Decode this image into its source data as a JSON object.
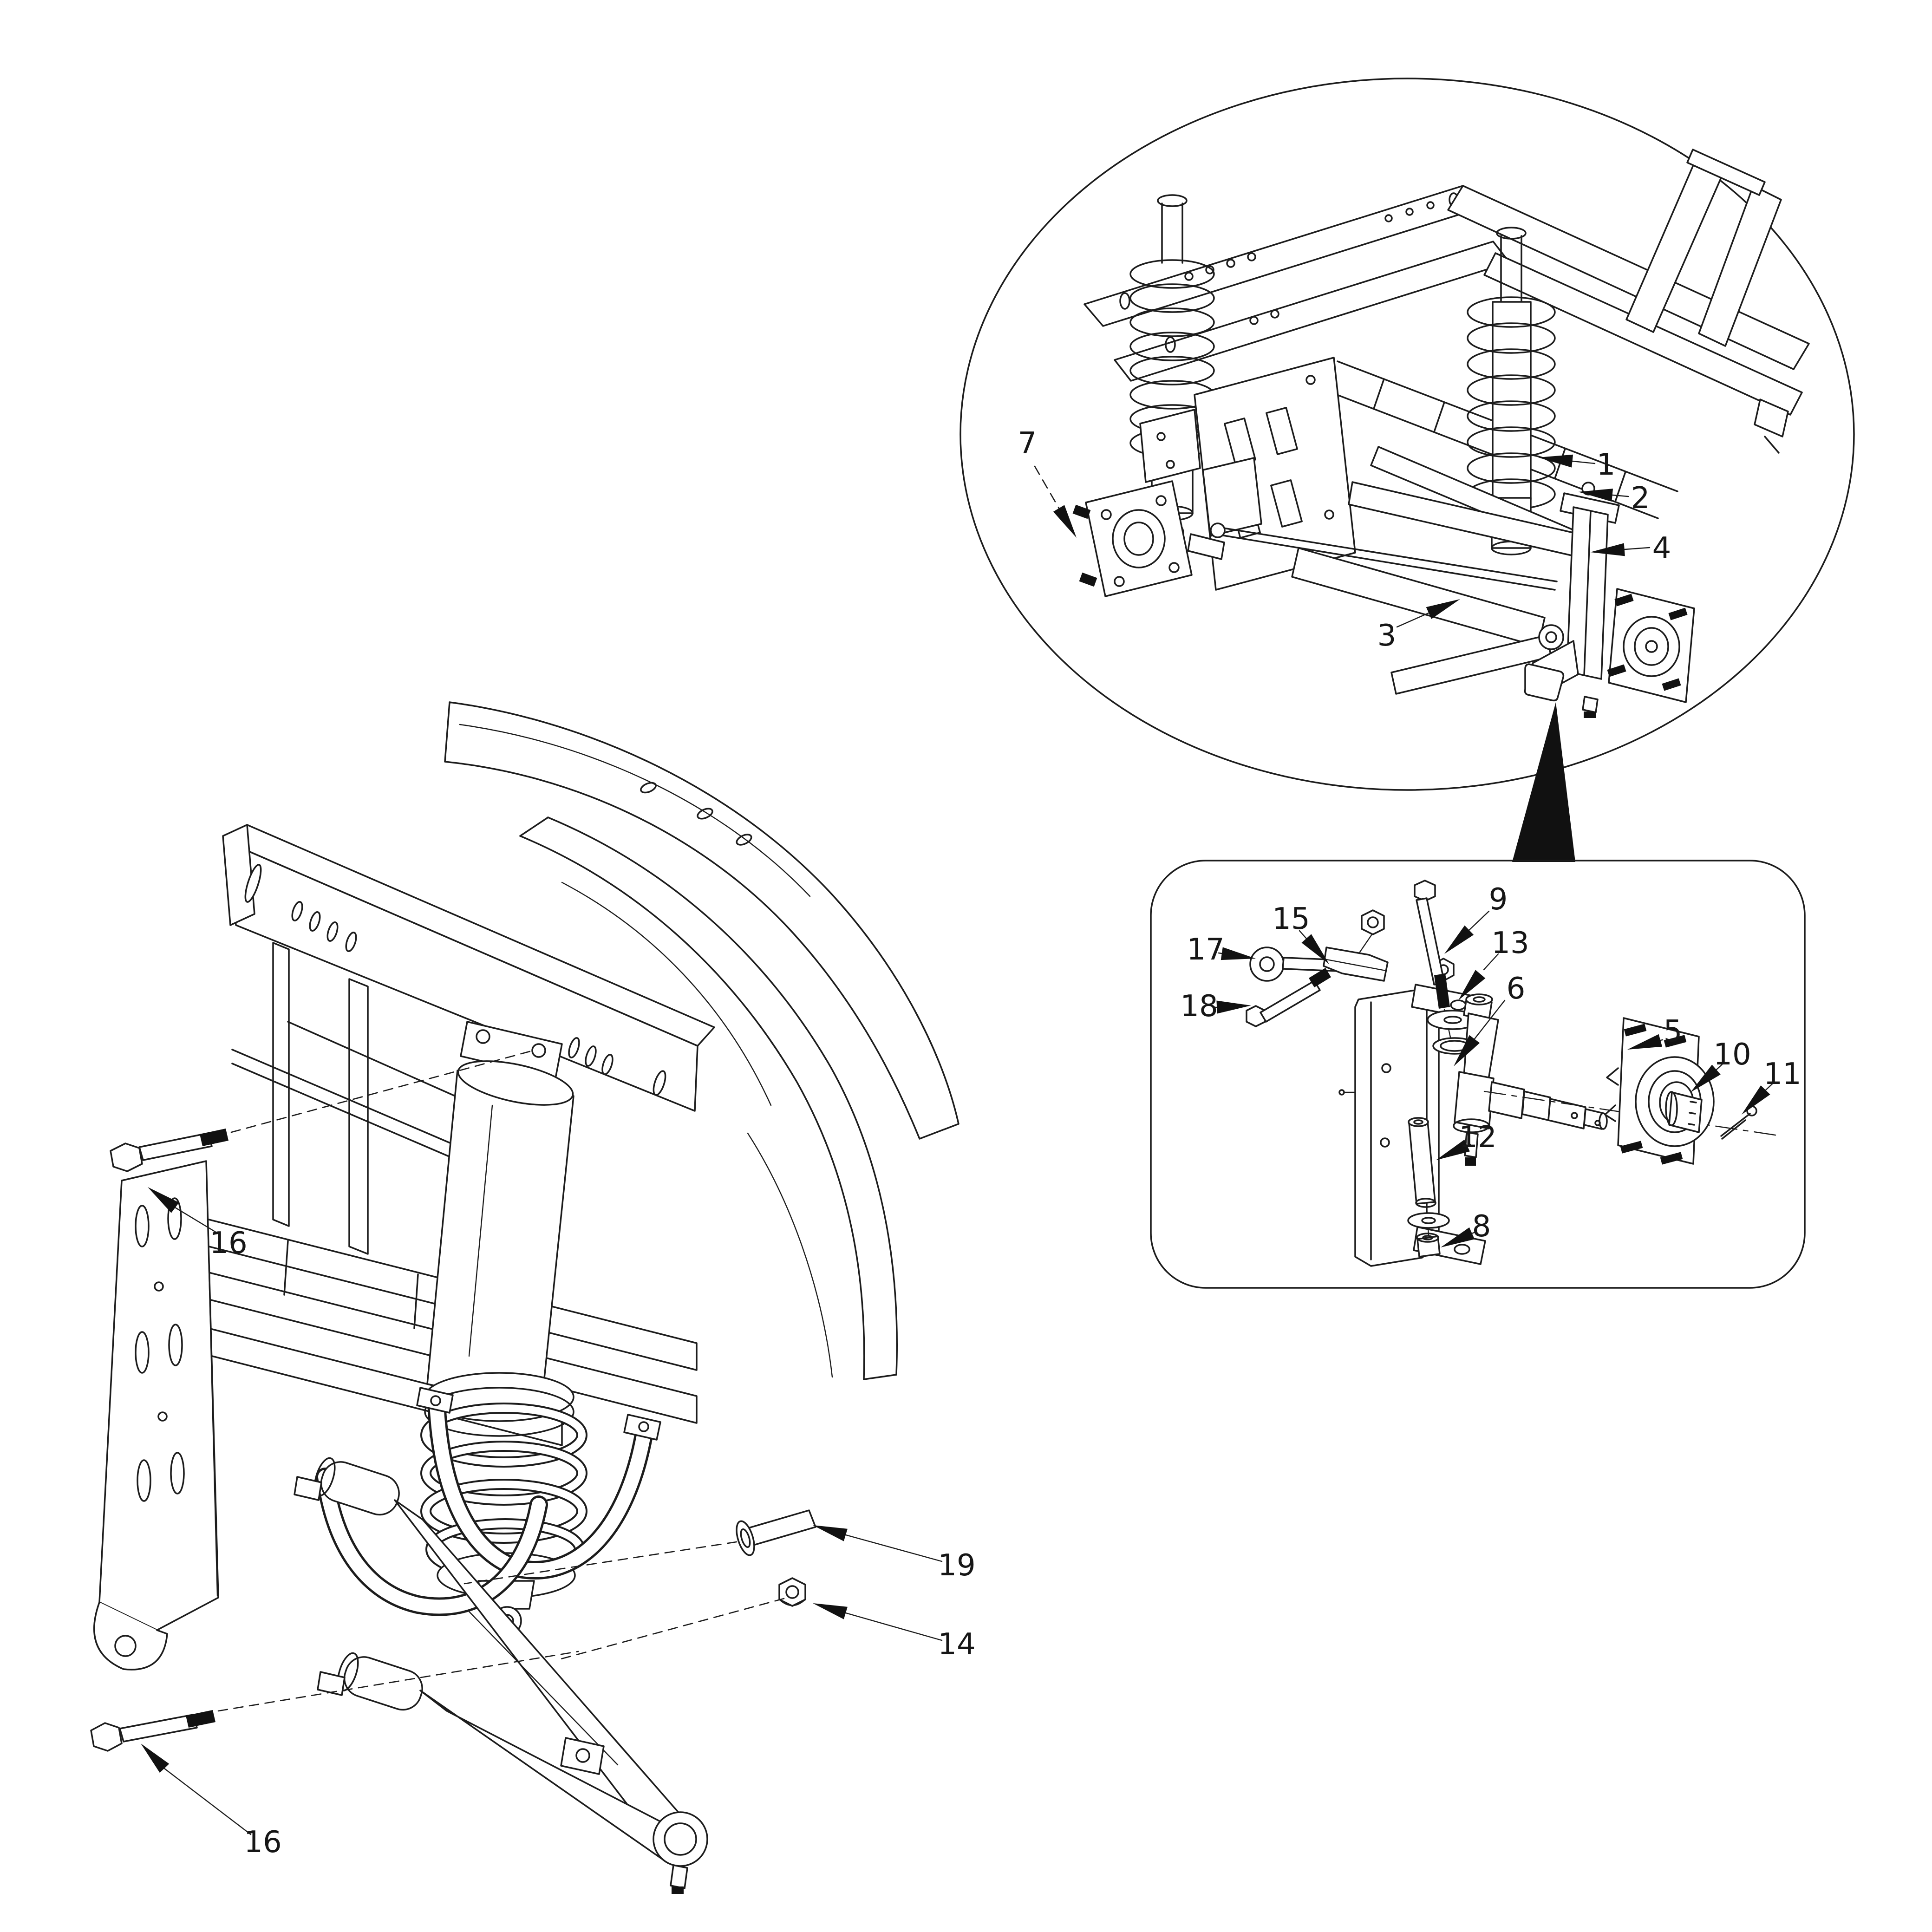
{
  "figure": {
    "background_color": "#ffffff",
    "line_color": "#1c1c1c",
    "views": [
      "detail-balloon",
      "knuckle-exploded-panel",
      "main-exploded-view"
    ]
  },
  "callouts": {
    "c1": "1",
    "c2": "2",
    "c3": "3",
    "c4": "4",
    "c5": "5",
    "c6": "6",
    "c7": "7",
    "c8": "8",
    "c9": "9",
    "c10": "10",
    "c11": "11",
    "c12": "12",
    "c13": "13",
    "c14": "14",
    "c15": "15",
    "c16": "16",
    "c17": "17",
    "c18": "18",
    "c19": "19"
  }
}
